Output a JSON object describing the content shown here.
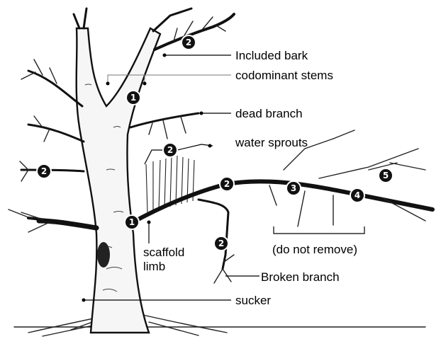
{
  "labels": {
    "included_bark": "Included bark",
    "codominant_stems": "codominant stems",
    "dead_branch": "dead branch",
    "water_sprouts": "water sprouts",
    "scaffold": "scaffold",
    "limb": "limb",
    "do_not_remove": "(do not remove)",
    "broken_branch": "Broken branch",
    "sucker": "sucker"
  },
  "badges": {
    "b_top_included": "2",
    "b_codominant": "1",
    "b_water_sprouts": "2",
    "b_left_branch": "2",
    "b_scaffold": "1",
    "b_limb_2": "2",
    "b_limb_3": "3",
    "b_limb_4": "4",
    "b_limb_5": "5",
    "b_broken": "2"
  }
}
